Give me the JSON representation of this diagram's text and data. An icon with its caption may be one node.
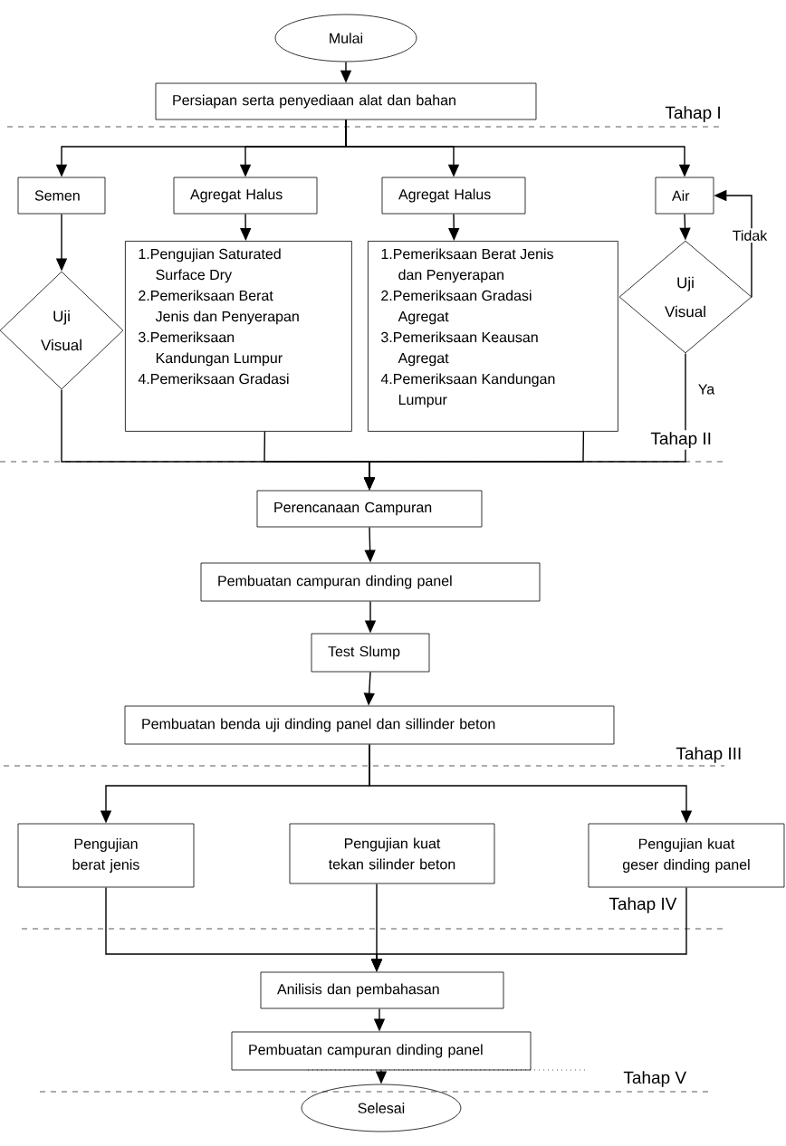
{
  "diagram": {
    "nodes": [
      {
        "text": [
          "Mulai"
        ]
      },
      {
        "text": [
          "Persiapan serta penyediaan alat dan bahan"
        ]
      },
      {
        "text": [
          "Semen"
        ]
      },
      {
        "text": [
          "Agregat Halus"
        ]
      },
      {
        "text": [
          "Agregat Halus"
        ]
      },
      {
        "text": [
          "Air"
        ]
      },
      {
        "text": [
          "Uji Visual"
        ]
      },
      {
        "text": [
          "1.Pengujian Saturated Surface Dry",
          "2.Pemeriksaan Berat Jenis dan Penyerapan",
          "3.Pemeriksaan Kandungan Lumpur",
          "4.Pemeriksaan Gradasi"
        ]
      },
      {
        "text": [
          "1.Pemeriksaan Berat Jenis dan Penyerapan",
          "2.Pemeriksaan Gradasi Agregat",
          "3.Pemeriksaan Keausan Agregat",
          "4.Pemeriksaan Kandungan Lumpur"
        ]
      },
      {
        "text": [
          "Uji Visual"
        ]
      },
      {
        "text": [
          "Perencanaan Campuran"
        ]
      },
      {
        "text": [
          "Pembuatan campuran dinding panel"
        ]
      },
      {
        "text": [
          "Test Slump"
        ]
      },
      {
        "text": [
          "Pembuatan benda uji dinding panel dan sillinder beton"
        ]
      },
      {
        "text": [
          "Pengujian berat jenis"
        ]
      },
      {
        "text": [
          "Pengujian kuat tekan silinder beton"
        ]
      },
      {
        "text": [
          "Pengujian kuat geser dinding panel"
        ]
      },
      {
        "text": [
          "Anilisis dan pembahasan"
        ]
      },
      {
        "text": [
          "Pembuatan campuran dinding panel"
        ]
      },
      {
        "text": [
          "Selesai"
        ]
      }
    ],
    "edges": [
      {
        "from": 0,
        "to": 1,
        "arrow": "to"
      },
      {
        "from": 1,
        "to": 2,
        "arrow": "to"
      },
      {
        "from": 1,
        "to": 3,
        "arrow": "to"
      },
      {
        "from": 1,
        "to": 4,
        "arrow": "to"
      },
      {
        "from": 1,
        "to": 5,
        "arrow": "to"
      },
      {
        "from": 2,
        "to": 6,
        "arrow": "to"
      },
      {
        "from": 3,
        "to": 7,
        "arrow": "to"
      },
      {
        "from": 4,
        "to": 8,
        "arrow": "to"
      },
      {
        "from": 5,
        "to": 9,
        "arrow": "to"
      },
      {
        "from": 9,
        "to": 5,
        "arrow": "to",
        "label": "Tidak"
      },
      {
        "from": 6,
        "to": 10,
        "arrow": "to"
      },
      {
        "from": 7,
        "to": 10,
        "arrow": "to"
      },
      {
        "from": 8,
        "to": 10,
        "arrow": "to"
      },
      {
        "from": 9,
        "to": 10,
        "arrow": "to",
        "label": "Ya"
      },
      {
        "from": 10,
        "to": 11,
        "arrow": "to"
      },
      {
        "from": 11,
        "to": 12,
        "arrow": "to"
      },
      {
        "from": 12,
        "to": 13,
        "arrow": "to"
      },
      {
        "from": 13,
        "to": 14,
        "arrow": "to"
      },
      {
        "from": 13,
        "to": 16,
        "arrow": "to"
      },
      {
        "from": 14,
        "to": 17,
        "arrow": "to"
      },
      {
        "from": 15,
        "to": 17,
        "arrow": "to"
      },
      {
        "from": 16,
        "to": 17,
        "arrow": "to"
      },
      {
        "from": 17,
        "to": 18,
        "arrow": "to"
      },
      {
        "from": 18,
        "to": 19,
        "arrow": "to"
      }
    ],
    "labels": [
      "Tahap I",
      "Tahap II",
      "Tahap III",
      "Tahap IV",
      "Tahap V"
    ]
  }
}
